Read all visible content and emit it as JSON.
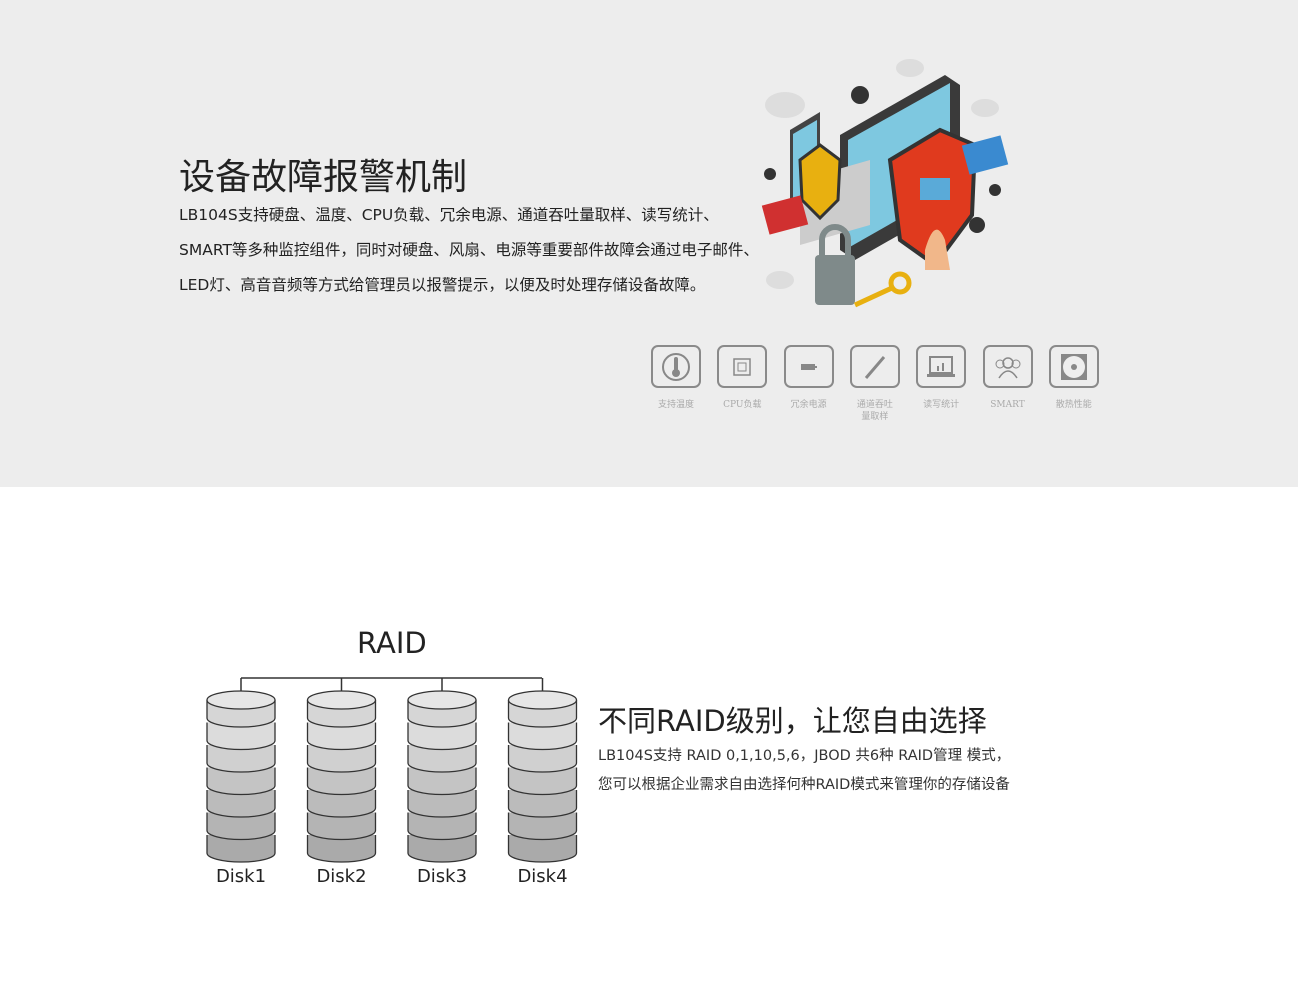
{
  "alarm": {
    "title": "设备故障报警机制",
    "lines": [
      "LB104S支持硬盘、温度、CPU负载、冗余电源、通道吞吐量取样、读写统计、",
      "SMART等多种监控组件，同时对硬盘、风扇、电源等重要部件故障会通过电子邮件、",
      "LED灯、高音音频等方式给管理员以报警提示，以便及时处理存储设备故障。"
    ],
    "features": [
      {
        "icon": "thermometer-icon",
        "label": "支持温度"
      },
      {
        "icon": "cpu-icon",
        "label": "CPU负载"
      },
      {
        "icon": "battery-icon",
        "label": "冗余电源"
      },
      {
        "icon": "pipette-icon",
        "label": "通道吞吐量取样"
      },
      {
        "icon": "laptop-chart-icon",
        "label": "读写统计"
      },
      {
        "icon": "users-icon",
        "label": "SMART"
      },
      {
        "icon": "fan-icon",
        "label": "散热性能"
      }
    ]
  },
  "raid": {
    "diagram_title": "RAID",
    "disks": [
      "Disk1",
      "Disk2",
      "Disk3",
      "Disk4"
    ],
    "title": "不同RAID级别，让您自由选择",
    "lines": [
      "LB104S支持 RAID 0,1,10,5,6，JBOD 共6种 RAID管理 模式，",
      "您可以根据企业需求自由选择何种RAID模式来管理你的存储设备"
    ]
  }
}
